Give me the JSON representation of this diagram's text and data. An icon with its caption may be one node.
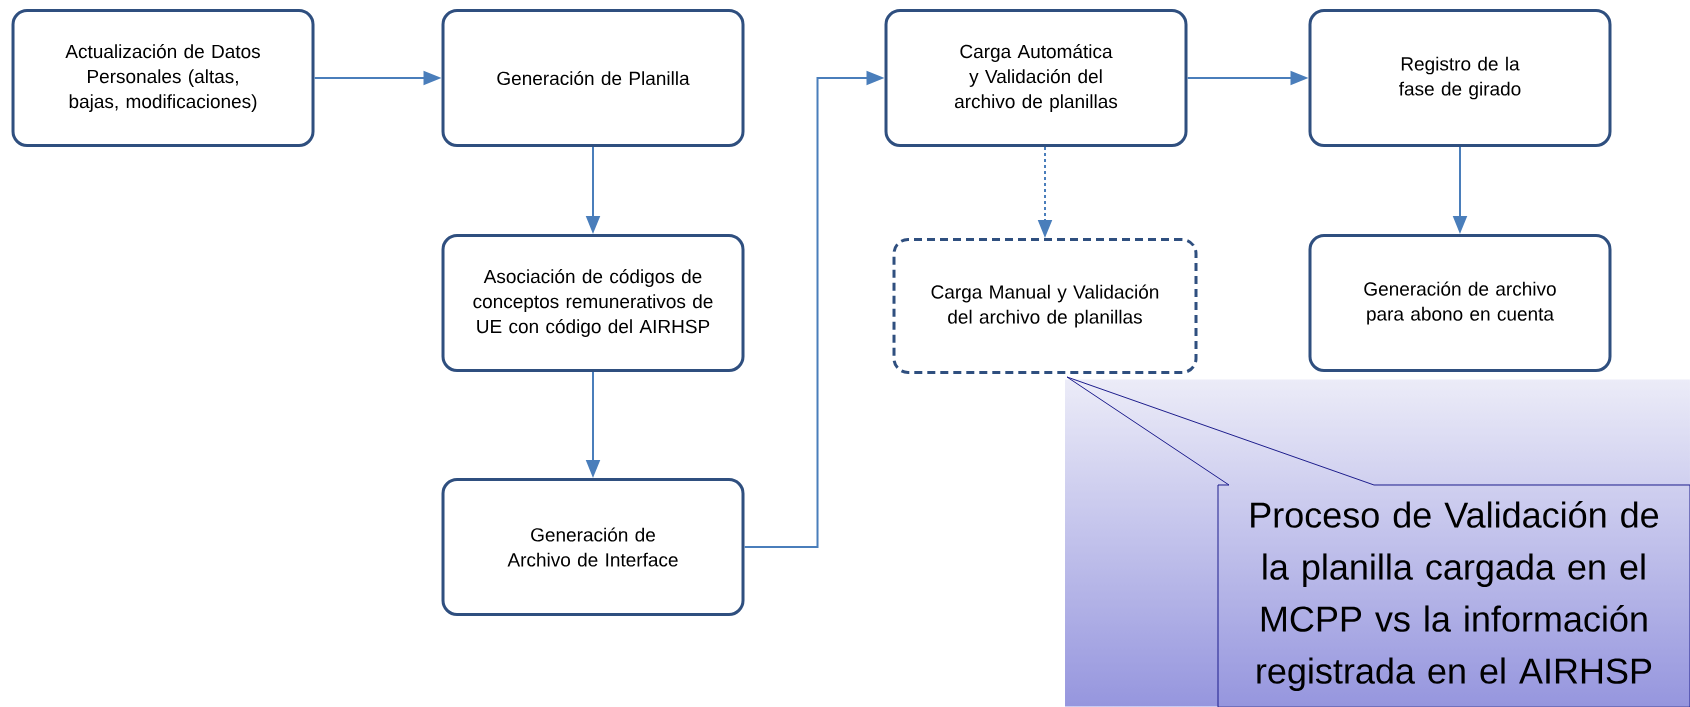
{
  "diagram": {
    "nodes": [
      {
        "text": [
          "Actualización de Datos Personales (altas, bajas, modificaciones)"
        ]
      },
      {
        "text": [
          "Generación de Planilla"
        ]
      },
      {
        "text": [
          "Asociación de códigos de conceptos remunerativos de UE con código del AIRHSP"
        ]
      },
      {
        "text": [
          "Generación de Archivo de Interface"
        ]
      },
      {
        "text": [
          "Carga Automática y Validación del archivo de planillas"
        ]
      },
      {
        "text": [
          "Carga Manual y Validación del archivo de planillas"
        ]
      },
      {
        "text": [
          "Registro de la fase de girado"
        ]
      },
      {
        "text": [
          "Generación de archivo para abono en cuenta"
        ]
      },
      {
        "text": [
          "Proceso de Validación de la planilla cargada en el MCPP vs la información registrada en el AIRHSP"
        ]
      }
    ],
    "edges": [
      {
        "from": 0,
        "to": 1,
        "arrow": "to"
      },
      {
        "from": 1,
        "to": 2,
        "arrow": "to"
      },
      {
        "from": 2,
        "to": 3,
        "arrow": "to"
      },
      {
        "from": 3,
        "to": 4,
        "arrow": "to"
      },
      {
        "from": 4,
        "to": 6,
        "arrow": "to"
      },
      {
        "from": 4,
        "to": 5,
        "arrow": "to",
        "style": "dashed"
      },
      {
        "from": 6,
        "to": 7,
        "arrow": "to"
      }
    ]
  }
}
